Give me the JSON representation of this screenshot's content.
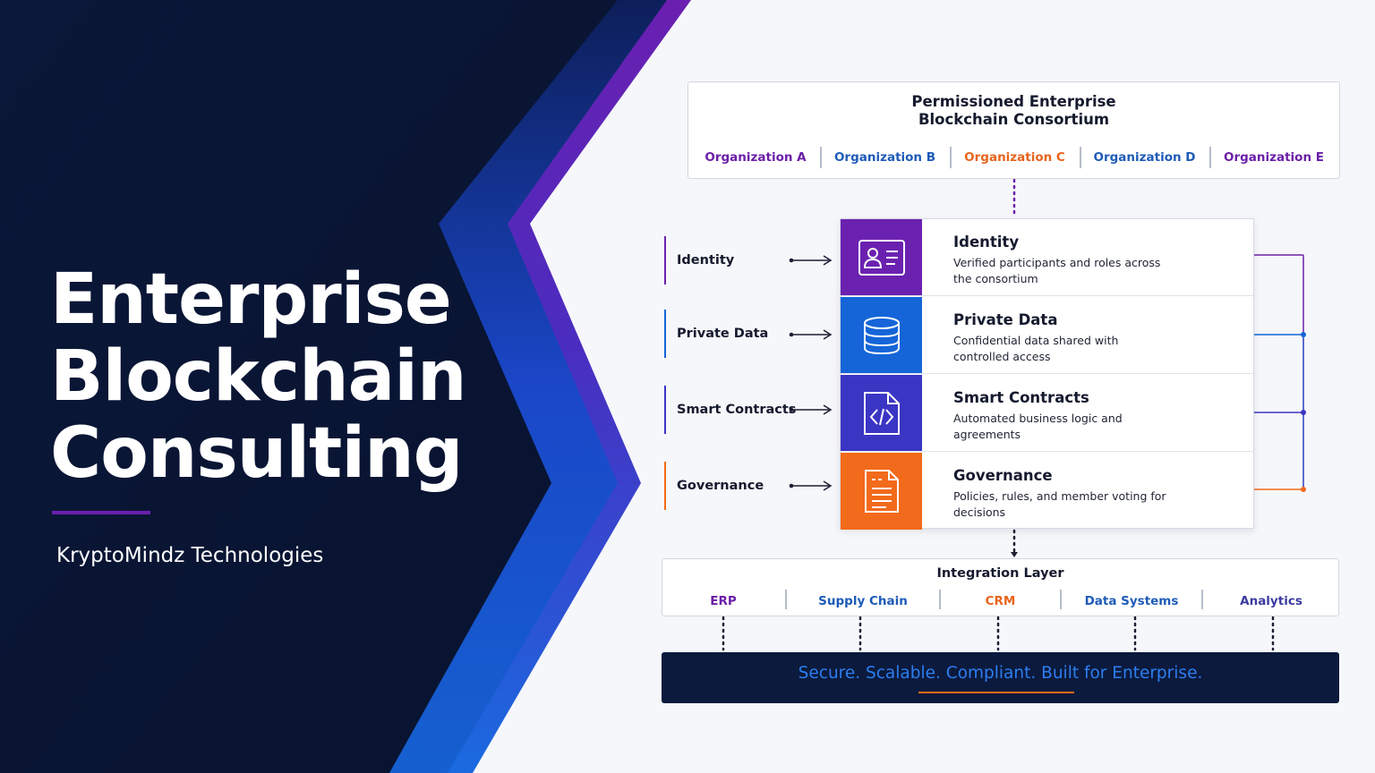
{
  "hero": {
    "title_lines": [
      "Enterprise",
      "Blockchain",
      "Consulting"
    ],
    "company": "KryptoMindz Technologies"
  },
  "consortium": {
    "title_line1": "Permissioned Enterprise",
    "title_line2": "Blockchain Consortium",
    "organizations": [
      {
        "label": "Organization A",
        "color": "#6b1fa8"
      },
      {
        "label": "Organization B",
        "color": "#1e5bb8"
      },
      {
        "label": "Organization C",
        "color": "#e8641c"
      },
      {
        "label": "Organization D",
        "color": "#1e5bb8"
      },
      {
        "label": "Organization E",
        "color": "#6b1fa8"
      }
    ]
  },
  "layers": [
    {
      "side_label": "Identity",
      "title": "Identity",
      "desc": "Verified participants and roles across the consortium",
      "color": "#6b21b0",
      "icon": "id-card-icon"
    },
    {
      "side_label": "Private Data",
      "title": "Private Data",
      "desc": "Confidential data shared with controlled access",
      "color": "#1565d8",
      "icon": "database-icon"
    },
    {
      "side_label": "Smart Contracts",
      "title": "Smart Contracts",
      "desc": "Automated business logic and agreements",
      "color": "#3b35c4",
      "icon": "code-file-icon"
    },
    {
      "side_label": "Governance",
      "title": "Governance",
      "desc": "Policies, rules, and member voting for decisions",
      "color": "#f26a1b",
      "icon": "document-icon"
    }
  ],
  "integration": {
    "title": "Integration Layer",
    "systems": [
      {
        "label": "ERP",
        "color": "#6b1fa8"
      },
      {
        "label": "Supply Chain",
        "color": "#1e5bb8"
      },
      {
        "label": "CRM",
        "color": "#e8641c"
      },
      {
        "label": "Data Systems",
        "color": "#1e5bb8"
      },
      {
        "label": "Analytics",
        "color": "#3a3aa0"
      }
    ]
  },
  "banner": {
    "text": "Secure. Scalable. Compliant. Built for Enterprise."
  },
  "colors": {
    "navy": "#0a1634",
    "purple": "#6b1fb0",
    "blue": "#1565d8",
    "orange": "#f26a1b"
  }
}
